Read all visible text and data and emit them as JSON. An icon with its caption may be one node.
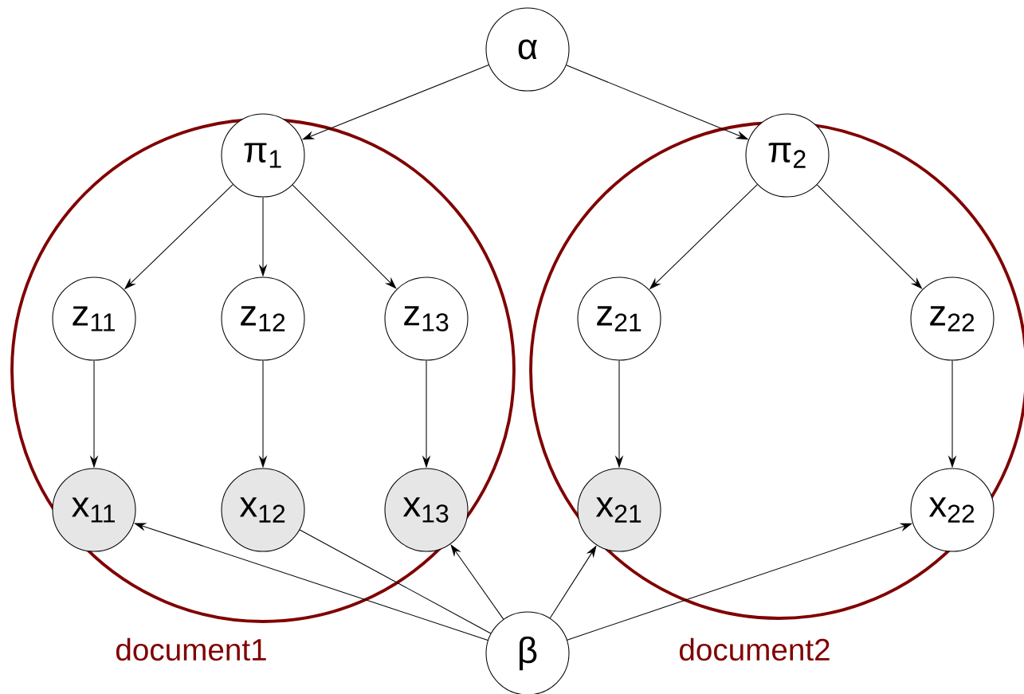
{
  "diagram": {
    "nodes": [
      {
        "text": [
          "α"
        ]
      },
      {
        "text": [
          "document1"
        ]
      },
      {
        "text": [
          "π$_{1}$"
        ],
        "in": 1
      },
      {
        "text": [
          "z$_{11}$"
        ],
        "in": 1
      },
      {
        "text": [
          "z$_{12}$"
        ],
        "in": 1
      },
      {
        "text": [
          "z$_{13}$"
        ],
        "in": 1
      },
      {
        "text": [
          "x$_{11}$"
        ],
        "in": 1
      },
      {
        "text": [
          "x$_{12}$"
        ],
        "in": 1
      },
      {
        "text": [
          "x$_{13}$"
        ],
        "in": 1
      },
      {
        "text": [
          "document2"
        ]
      },
      {
        "text": [
          "π$_{2}$"
        ],
        "in": 9
      },
      {
        "text": [
          "z$_{21}$"
        ],
        "in": 9
      },
      {
        "text": [
          "z$_{22}$"
        ],
        "in": 9
      },
      {
        "text": [
          "x$_{21}$"
        ],
        "in": 9
      },
      {
        "text": [
          "x$_{22}$"
        ],
        "in": 9
      },
      {
        "text": [
          "β"
        ]
      }
    ],
    "edges": [
      {
        "from": 0,
        "to": 2,
        "arrow": "to"
      },
      {
        "from": 0,
        "to": 10,
        "arrow": "to"
      },
      {
        "from": 2,
        "to": 3,
        "arrow": "to"
      },
      {
        "from": 2,
        "to": 4,
        "arrow": "to"
      },
      {
        "from": 2,
        "to": 5,
        "arrow": "to"
      },
      {
        "from": 10,
        "to": 11,
        "arrow": "to"
      },
      {
        "from": 10,
        "to": 12,
        "arrow": "to"
      },
      {
        "from": 3,
        "to": 6,
        "arrow": "to"
      },
      {
        "from": 4,
        "to": 7,
        "arrow": "to"
      },
      {
        "from": 5,
        "to": 8,
        "arrow": "to"
      },
      {
        "from": 11,
        "to": 13,
        "arrow": "to"
      },
      {
        "from": 12,
        "to": 14,
        "arrow": "to"
      },
      {
        "from": 15,
        "to": 6,
        "arrow": "to"
      },
      {
        "from": 15,
        "to": 7,
        "arrow": "none"
      },
      {
        "from": 15,
        "to": 8,
        "arrow": "to"
      },
      {
        "from": 15,
        "to": 13,
        "arrow": "to"
      },
      {
        "from": 15,
        "to": 14,
        "arrow": "to"
      }
    ]
  }
}
